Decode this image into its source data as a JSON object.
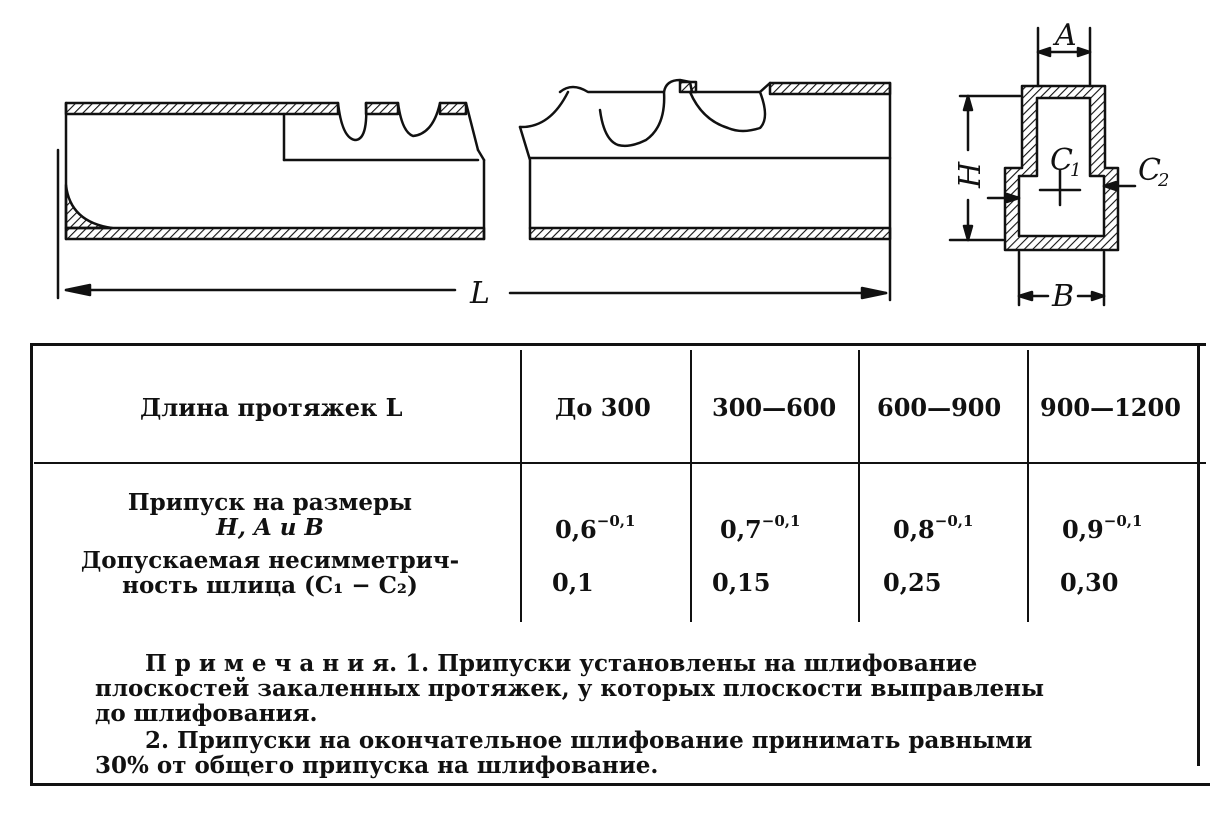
{
  "figure": {
    "labels": {
      "L": "L",
      "H": "H",
      "A": "A",
      "B": "B",
      "C1": "C",
      "C1_sub": "1",
      "C2": "C",
      "C2_sub": "2"
    }
  },
  "table": {
    "header_label": "Длина протяжек L",
    "columns": [
      "До 300",
      "300—600",
      "600—900",
      "900—1200"
    ],
    "rows": [
      {
        "label_line1": "Припуск   на  размеры",
        "label_line2": "H, A и B",
        "values": [
          {
            "base": "0,6",
            "tol": "−0,1"
          },
          {
            "base": "0,7",
            "tol": "−0,1"
          },
          {
            "base": "0,8",
            "tol": "−0,1"
          },
          {
            "base": "0,9",
            "tol": "−0,1"
          }
        ]
      },
      {
        "label_line1": "Допускаемая несимметрич-",
        "label_line2": "ность шлица (C₁ − C₂)",
        "values": [
          "0,1",
          "0,15",
          "0,25",
          "0,30"
        ]
      }
    ]
  },
  "notes": {
    "line1": "П р и м е ч а н и я.  1.  Припуски   установлены   на   шлифование",
    "line2": "плоскостей закаленных протяжек, у которых плоскости выправлены",
    "line3": "до шлифования.",
    "line4": "2. Припуски  на  окончательное шлифование  принимать  равными",
    "line5": "30% от общего припуска на шлифование."
  }
}
